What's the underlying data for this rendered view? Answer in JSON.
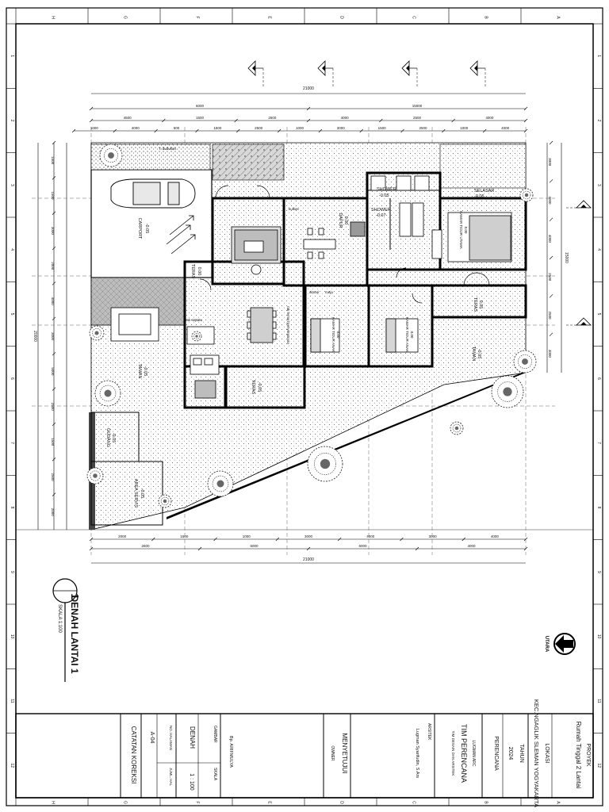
{
  "frame": {
    "col_marks": [
      "1",
      "2",
      "3",
      "4",
      "5",
      "6",
      "7",
      "8",
      "9",
      "10",
      "11",
      "12"
    ],
    "row_letters": [
      "A",
      "B",
      "C",
      "D",
      "E",
      "F",
      "G",
      "H"
    ]
  },
  "plan": {
    "overall_dim": "21000",
    "top_dims_row1": [
      "6000",
      "15000"
    ],
    "top_dims_row2": [
      "4500",
      "1500",
      "2500",
      "4000",
      "2500",
      "4000"
    ],
    "top_dims_row3": [
      "1000",
      "4000",
      "500",
      "1500",
      "2500",
      "1000",
      "3000",
      "1500",
      "2500",
      "1000",
      "4000"
    ],
    "bottom_dims_row1": [
      "2000",
      "1500",
      "1000",
      "3000",
      "4000",
      "3000",
      "4000"
    ],
    "bottom_dims_row2": [
      "2600",
      "6000",
      "6000",
      "4000"
    ],
    "bottom_overall": "21000",
    "left_dims": [
      "1500",
      "1500",
      "3000",
      "2000",
      "4000",
      "3000",
      "5000",
      "2500",
      "1500",
      "2500",
      "2000"
    ],
    "left_overall": "20000",
    "right_dims": [
      "3000",
      "3000",
      "4000",
      "2500",
      "2500",
      "4000"
    ],
    "right_overall": "15000",
    "rooms": [
      {
        "label": "CARPORT",
        "level": "-0.05"
      },
      {
        "label": "TERAS",
        "level": "0.00"
      },
      {
        "label": "SHOWER",
        "level": "-0.05"
      },
      {
        "label": "SHOWER",
        "level": "-0.07"
      },
      {
        "label": "SELASAR",
        "level": "-0.05"
      },
      {
        "label": "TERAS",
        "level": "0.05"
      },
      {
        "label": "DAPUR",
        "level": "0.00"
      },
      {
        "label": "KAMAR TIDUR UTAMA",
        "level": "0.00"
      },
      {
        "label": "KAMAR TIDUR ANAK",
        "level": "0.00"
      },
      {
        "label": "KAMAR TIDUR ANAK",
        "level": "0.00"
      },
      {
        "label": "TERAS",
        "level": "-0.05"
      },
      {
        "label": "GUDANG",
        "level": "-0.05"
      },
      {
        "label": "AREA SERVIS",
        "level": "-0.05"
      },
      {
        "label": "TAMAN",
        "level": "-0.05"
      },
      {
        "label": "TAMAN",
        "level": "-0.05"
      }
    ],
    "misc_labels": [
      "T. dudukan",
      "kulkas",
      "rak sepatu",
      "meja",
      "almari",
      "rak lemari penyimpanan"
    ]
  },
  "drawing_title": {
    "number": "1",
    "title": "DENAH LANTAI 1",
    "scale": "SKALA 1:100"
  },
  "north": "UTARA",
  "title_block": {
    "proyek_label": "PROYEK",
    "proyek_value": "Rumah Tinggal 2 Lantai",
    "lokasi_label": "LOKASI",
    "lokasi_value": "KEC.NGAGLIK SLEMAN YOGYAKARTA",
    "tahun_label": "TAHUN",
    "tahun_value": "2024",
    "perencana_label": "PERENCANA",
    "firm_small": "LUGMAN ARC",
    "firm_name": "TIM PERENCANA",
    "firm_sub": "TIM DESAIN DAN ARSITEK",
    "arsitek_label": "ARSITEK",
    "arsitek_value": "Lugman Syarifudin, S.Ars",
    "menyetujui_label": "MENYETUJUI",
    "owner_label": "OWNER",
    "gambar_label": "GAMBAR",
    "gambar_value": "Bp. ARIFMULYA",
    "denah_value": "DENAH",
    "skala_label": "SKALA",
    "skala_value": "1 : 100",
    "no_hal_label": "NO. HALAMAN",
    "no_hal_value": "A-04",
    "jumlah_label": "JUML. HAL",
    "catatan_label": "CATATAN KOREKSI"
  }
}
